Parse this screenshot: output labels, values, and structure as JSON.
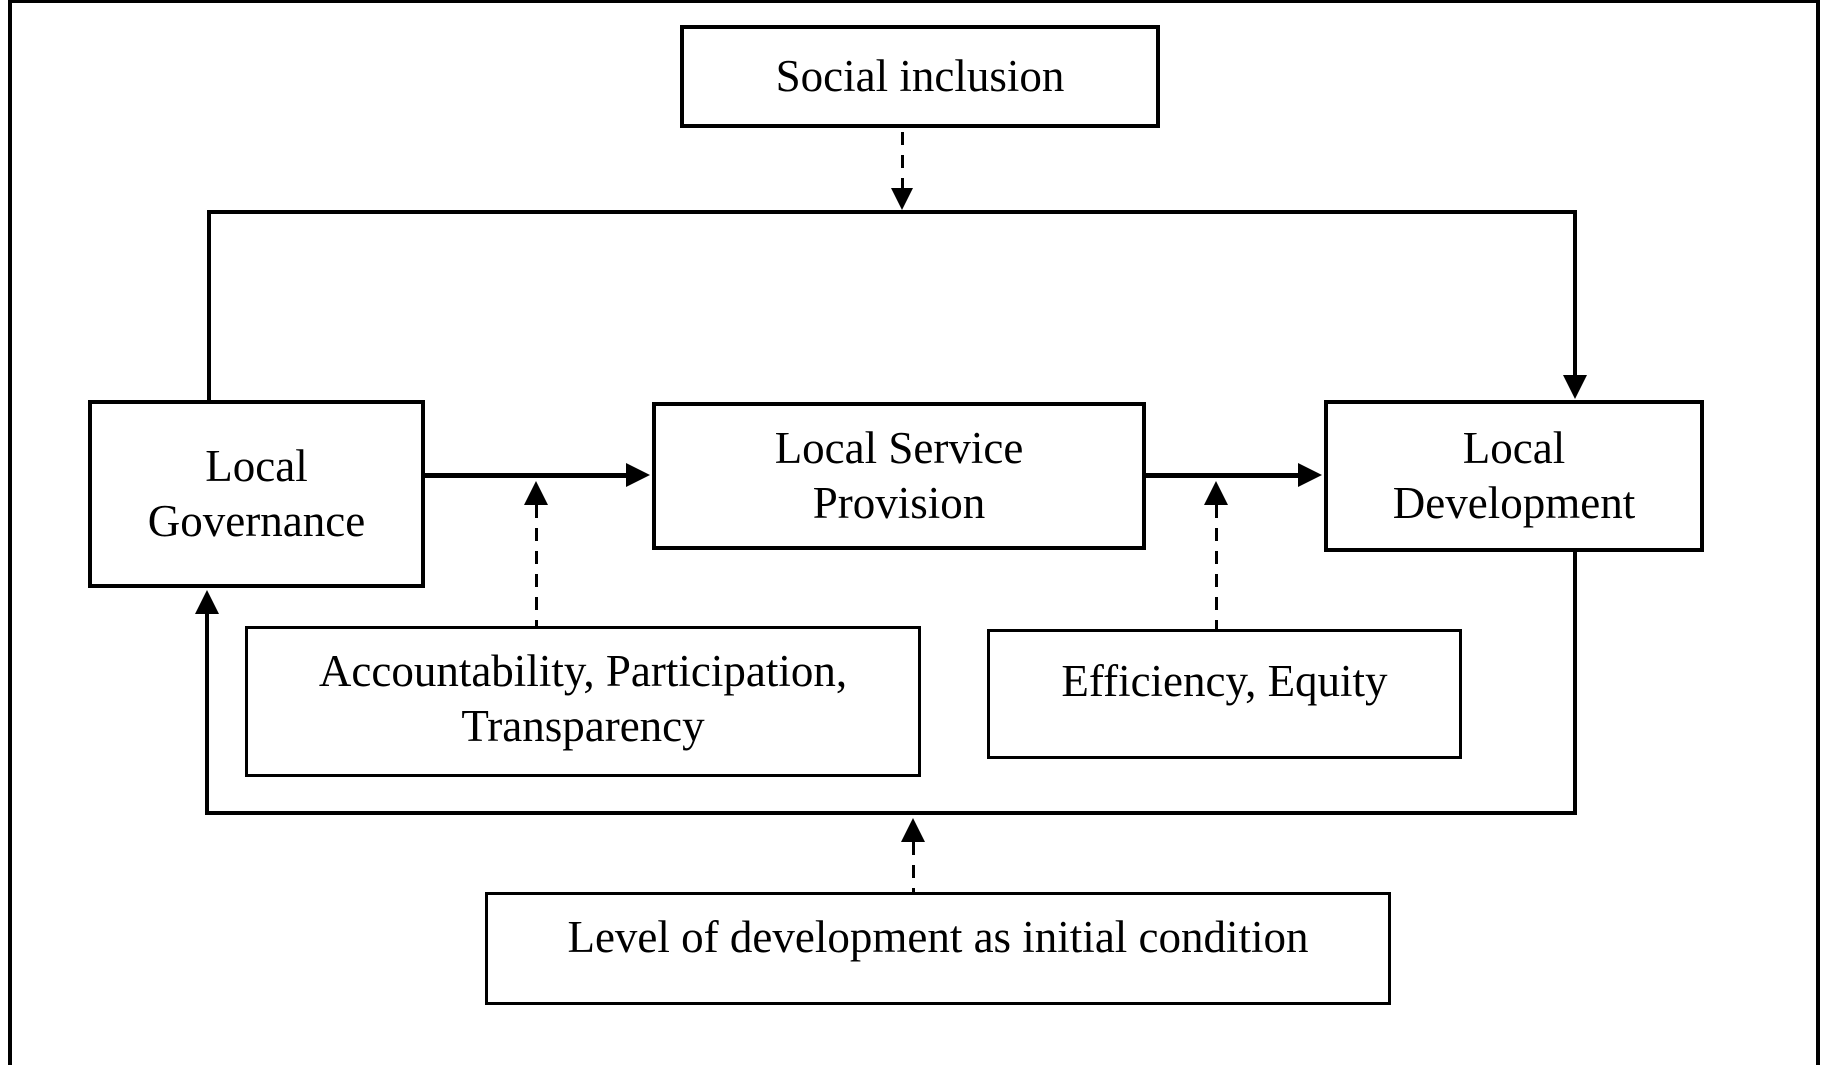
{
  "diagram": {
    "title": "Local governance and local development flow diagram",
    "colors": {
      "line": "#000000",
      "background": "#ffffff",
      "text": "#000000"
    },
    "nodes": {
      "social_inclusion": {
        "label": "Social inclusion"
      },
      "local_governance": {
        "lines": [
          "Local",
          "Governance"
        ]
      },
      "local_service_provision": {
        "lines": [
          "Local Service",
          "Provision"
        ]
      },
      "local_development": {
        "lines": [
          "Local",
          "Development"
        ]
      },
      "accountability": {
        "lines": [
          "Accountability, Participation,",
          "Transparency"
        ]
      },
      "efficiency": {
        "label": "Efficiency, Equity"
      },
      "initial_condition": {
        "label": "Level of development as initial condition"
      }
    },
    "edges": [
      "social_inclusion -(dashed)-> top rail",
      "local_governance -> local_service_provision",
      "local_service_provision -> local_development",
      "local_governance -(rail)-> local_development",
      "accountability -(dashed)-> governance-service arrow",
      "efficiency -(dashed)-> service-development arrow",
      "local_development -(feedback)-> local_governance",
      "initial_condition -(dashed)-> feedback line"
    ]
  }
}
